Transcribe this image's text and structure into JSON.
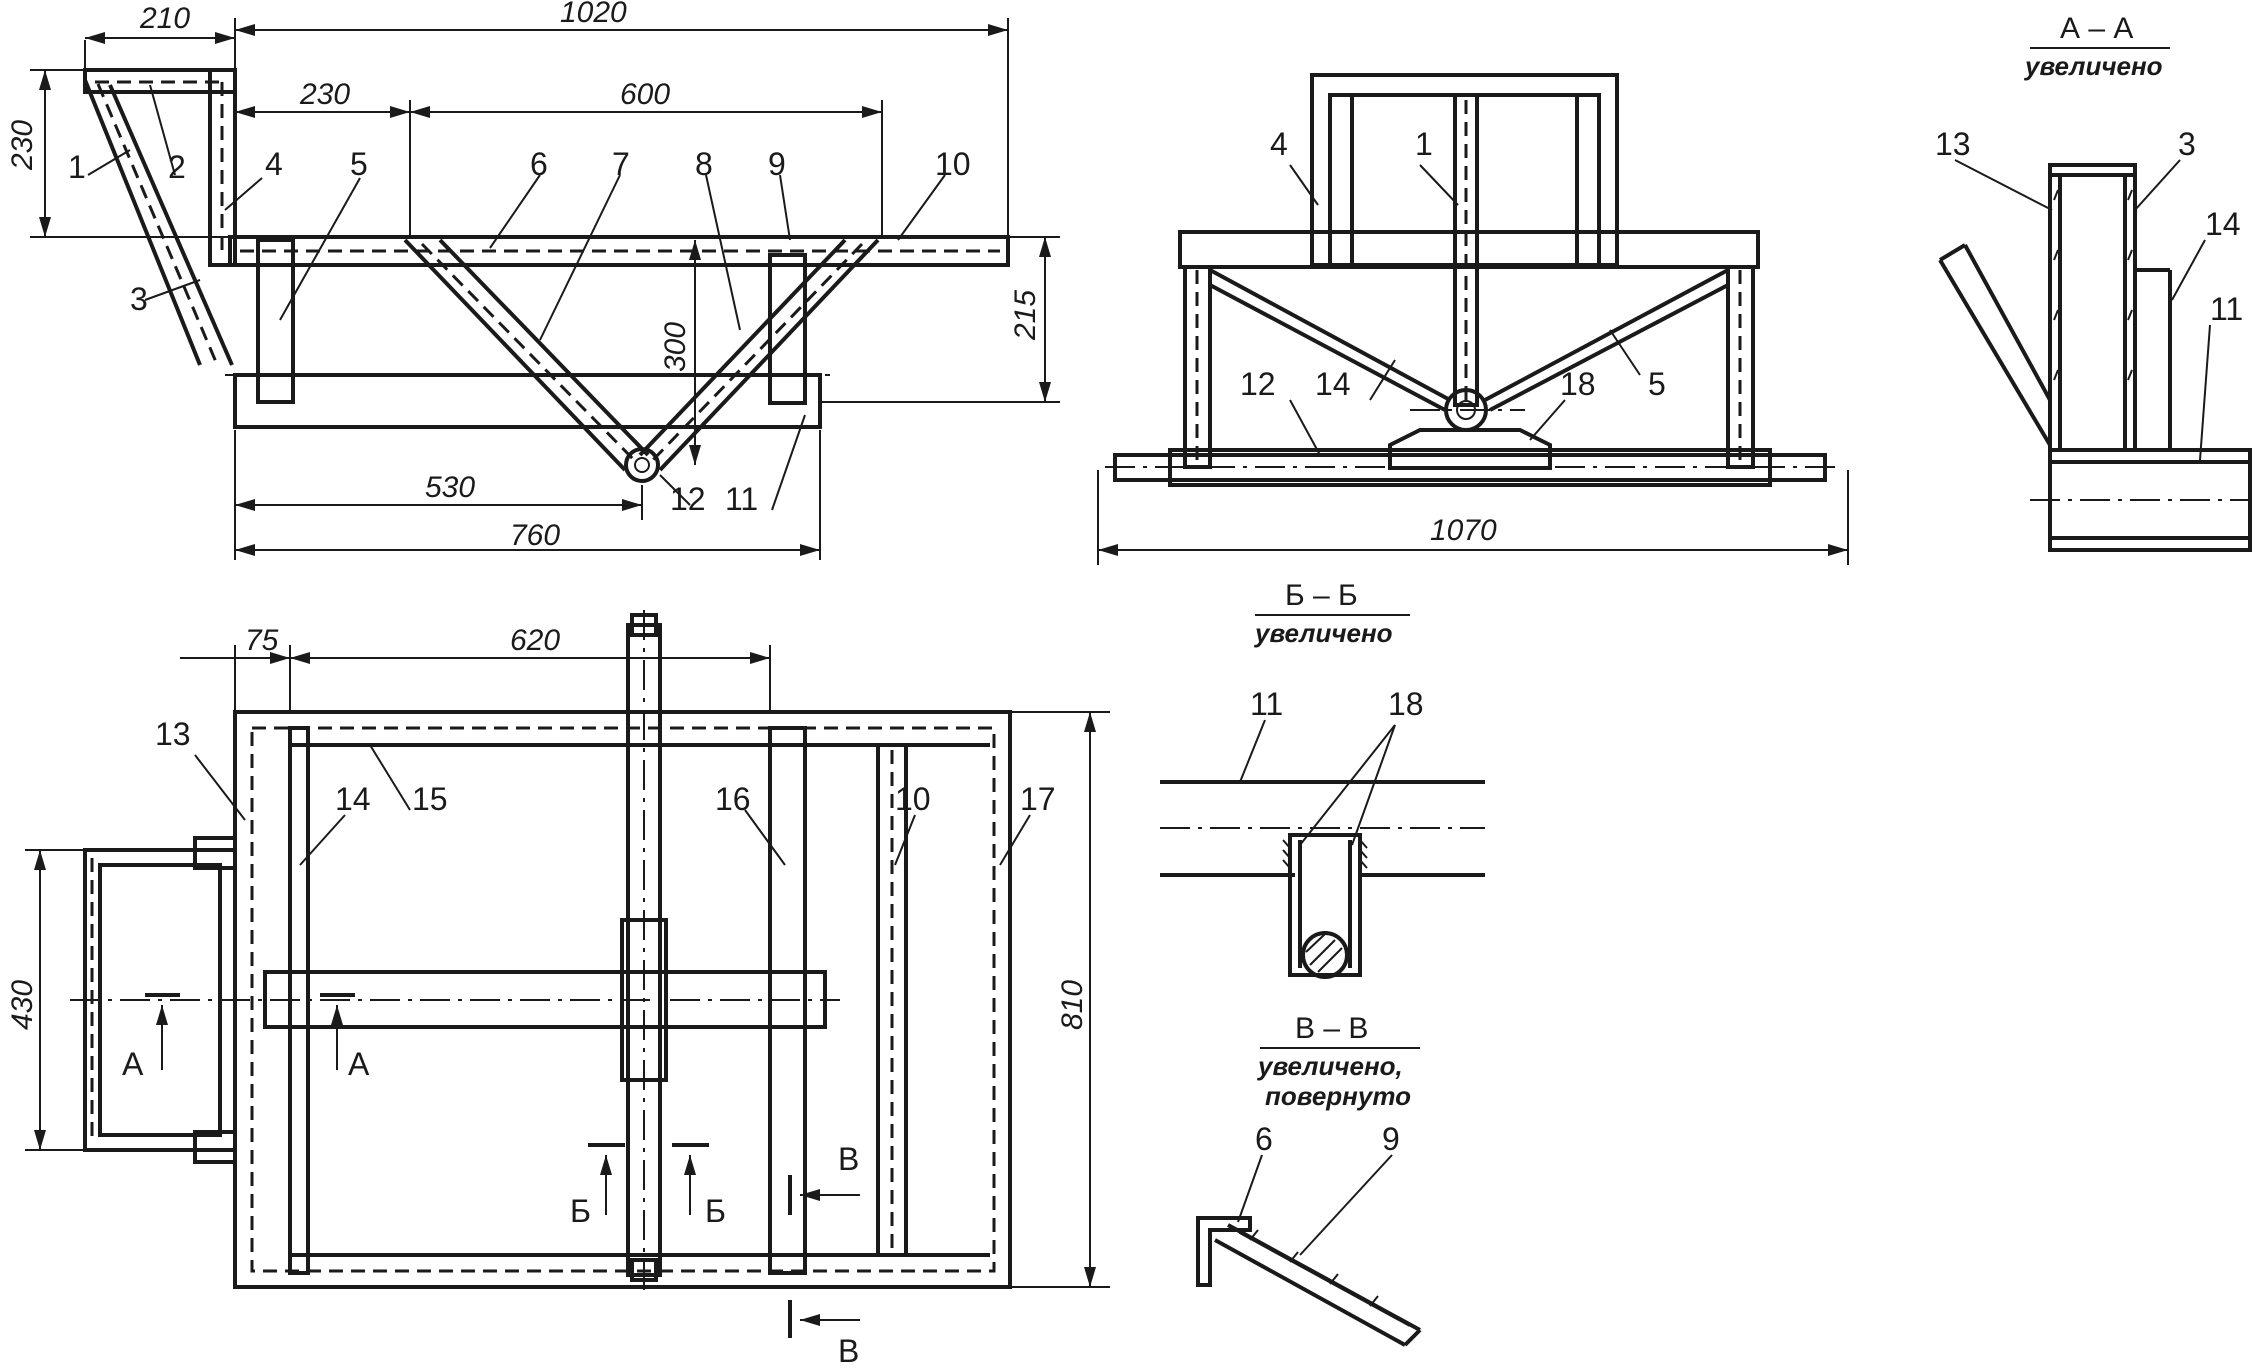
{
  "dimensions": {
    "side_210": "210",
    "side_1020": "1020",
    "side_230_top": "230",
    "side_600": "600",
    "side_230_left": "230",
    "side_300": "300",
    "side_215": "215",
    "side_530": "530",
    "side_760": "760",
    "front_1070": "1070",
    "plan_75": "75",
    "plan_620": "620",
    "plan_430": "430",
    "plan_810": "810"
  },
  "part_labels": {
    "side": [
      "1",
      "2",
      "3",
      "4",
      "5",
      "6",
      "7",
      "8",
      "9",
      "10",
      "11",
      "12"
    ],
    "front": [
      "4",
      "1",
      "12",
      "14",
      "18",
      "5"
    ],
    "section_aa": [
      "13",
      "3",
      "14",
      "11"
    ],
    "plan": [
      "13",
      "14",
      "15",
      "16",
      "10",
      "17"
    ],
    "section_bb": [
      "11",
      "18"
    ],
    "section_vv": [
      "6",
      "9"
    ]
  },
  "section_marks": {
    "A": "А",
    "B": "Б",
    "V": "В"
  },
  "section_titles": {
    "aa": "А – А",
    "aa_note": "увеличено",
    "bb": "Б – Б",
    "bb_note": "увеличено",
    "vv": "В – В",
    "vv_note1": "увеличено,",
    "vv_note2": "повернуто"
  }
}
